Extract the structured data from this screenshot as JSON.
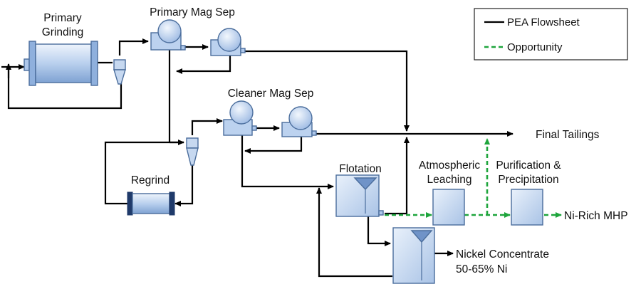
{
  "legend": {
    "items": [
      {
        "label": "PEA Flowsheet",
        "style": "solid",
        "color": "#000000"
      },
      {
        "label": "Opportunity",
        "style": "dashed",
        "color": "#1ea53c"
      }
    ]
  },
  "labels": {
    "primary_grinding_line1": "Primary",
    "primary_grinding_line2": "Grinding",
    "primary_mag_sep": "Primary Mag Sep",
    "cleaner_mag_sep": "Cleaner Mag Sep",
    "regrind": "Regrind",
    "flotation": "Flotation",
    "atmospheric_leaching_line1": "Atmospheric",
    "atmospheric_leaching_line2": "Leaching",
    "purification_line1": "Purification &",
    "purification_line2": "Precipitation",
    "final_tailings": "Final Tailings",
    "ni_rich_mhp": "Ni-Rich MHP",
    "nickel_concentrate_line1": "Nickel Concentrate",
    "nickel_concentrate_line2": "50-65% Ni"
  },
  "colors": {
    "equipment_fill_light": "#dfeaf8",
    "equipment_fill_mid": "#aec7ea",
    "equipment_stroke": "#4a6d9c",
    "flow_line": "#000000",
    "opportunity_line": "#1ea53c"
  }
}
